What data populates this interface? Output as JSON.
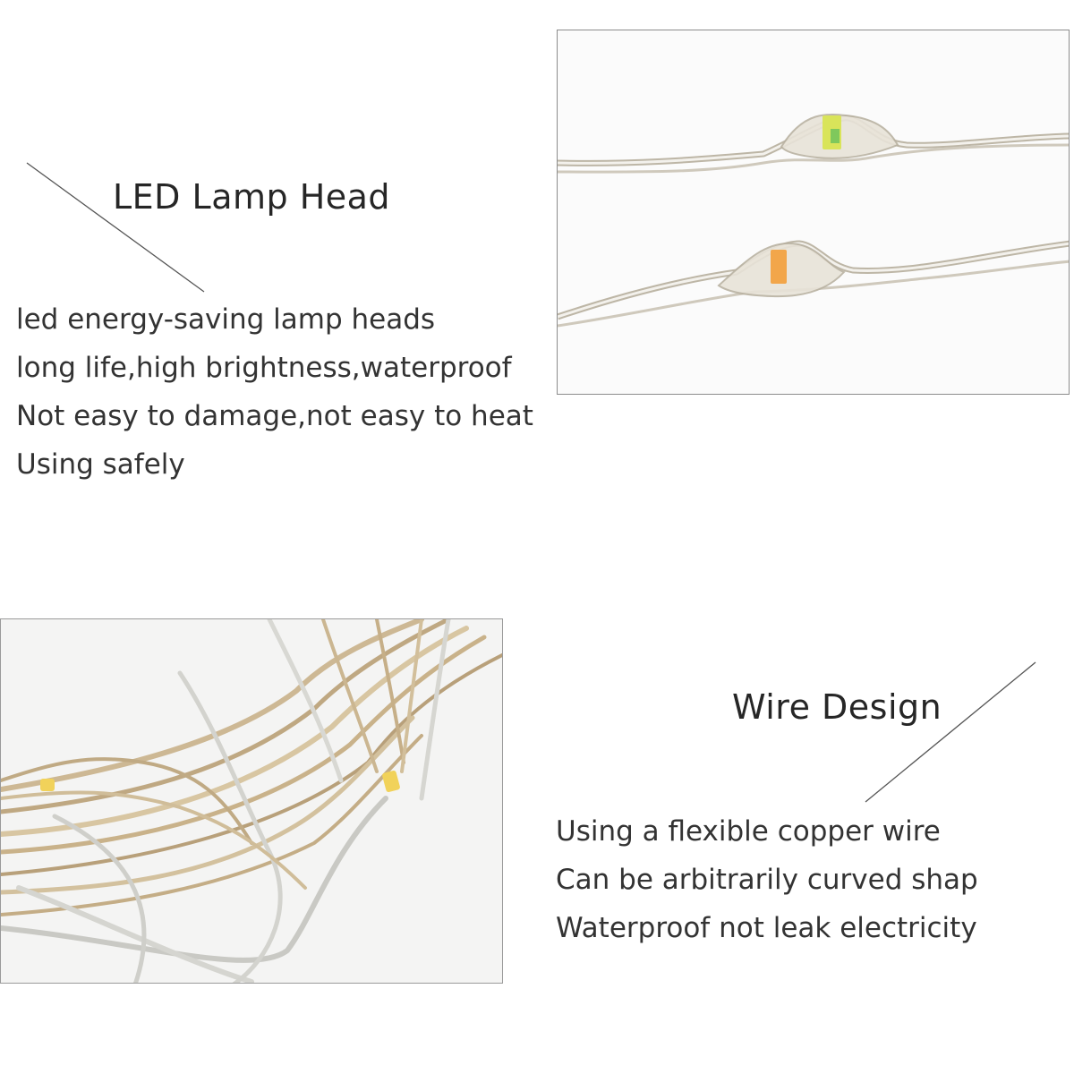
{
  "lamp_head": {
    "heading": "LED Lamp Head",
    "features": [
      "led energy-saving lamp heads",
      "long life,high brightness,waterproof",
      "Not easy to damage,not easy to heat",
      "Using safely"
    ]
  },
  "wire_design": {
    "heading": "Wire Design",
    "features": [
      "Using a flexible copper wire",
      "Can be arbitrarily curved shap",
      "Waterproof not leak electricity"
    ]
  },
  "colors": {
    "led_yellow_green": "#d9e45a",
    "led_orange": "#f2a64a",
    "led_warm": "#f1d25a",
    "wire_copper": "#c9b48f",
    "wire_silver": "#c8c8c4"
  }
}
